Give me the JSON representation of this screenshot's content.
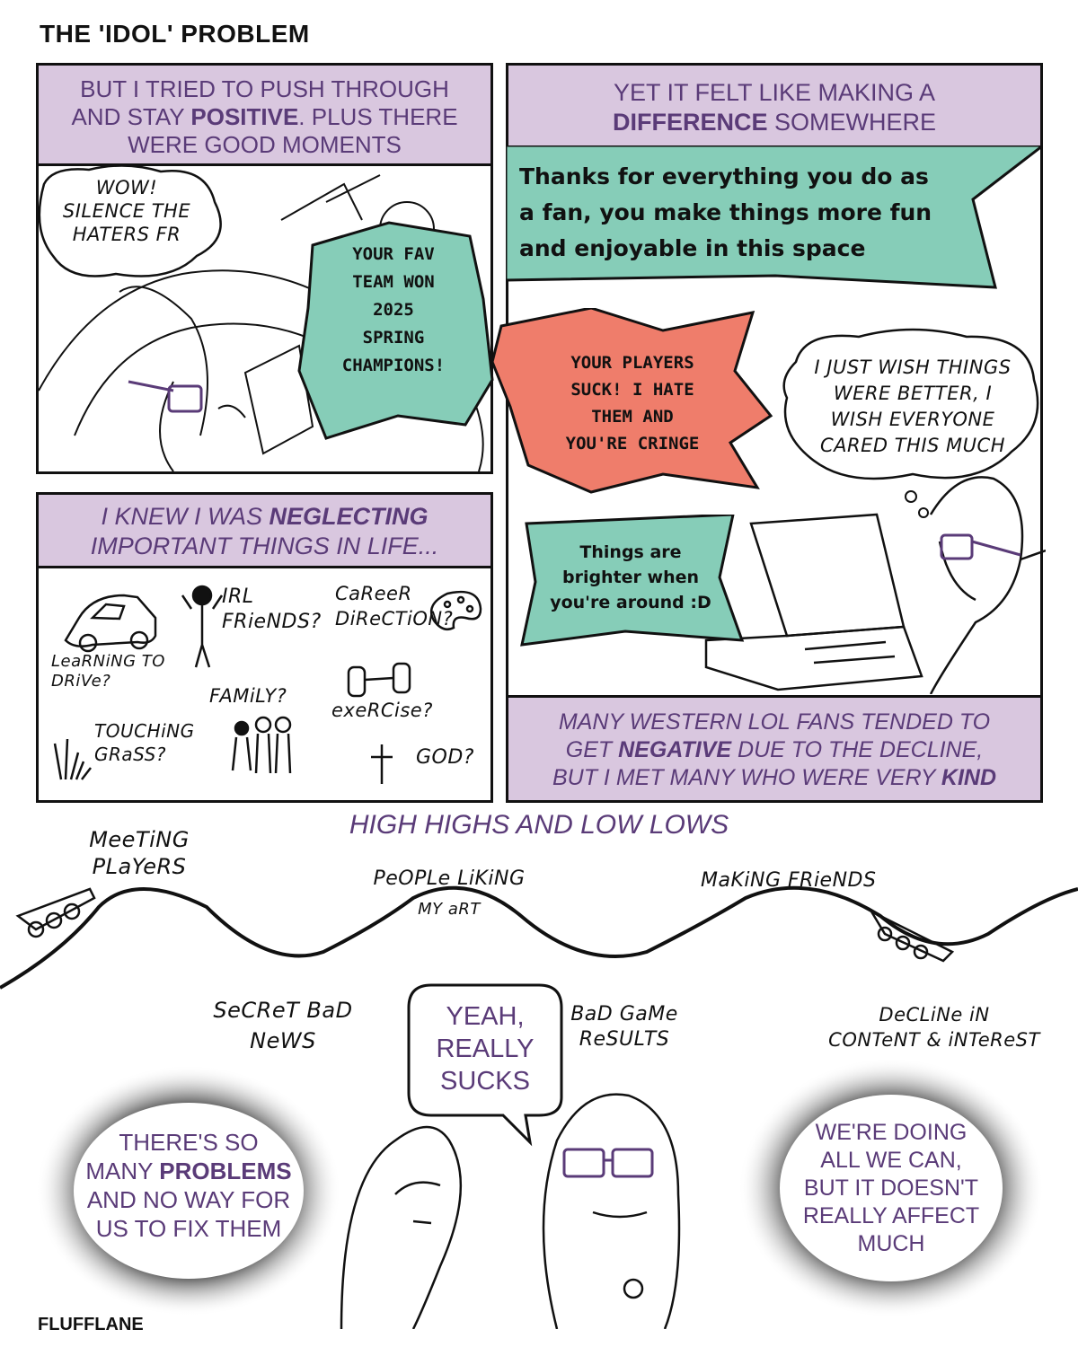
{
  "page": {
    "title": "THE 'IDOL' PROBLEM",
    "credit": "FLUFFLANE"
  },
  "panel1": {
    "caption": [
      "BUT I TRIED TO PUSH THROUGH",
      "AND STAY ",
      "POSITIVE",
      ". PLUS THERE",
      "WERE GOOD MOMENTS"
    ],
    "speech": [
      "WOW!",
      "SILENCE THE",
      "HATERS FR"
    ],
    "burst": [
      "YOUR FAV",
      "TEAM WON",
      "2025",
      "SPRING",
      "CHAMPIONS!"
    ]
  },
  "panel2": {
    "caption_line1": "YET IT FELT LIKE MAKING A",
    "caption_bold": "DIFFERENCE",
    "caption_rest": " SOMEWHERE",
    "green_banner": [
      "Thanks for everything you do as",
      "a fan, you make things more fun",
      "and enjoyable in this space"
    ],
    "red_burst": [
      "YOUR PLAYERS",
      "SUCK! I HATE",
      "THEM AND",
      "YOU'RE CRINGE"
    ],
    "thought": [
      "I JUST WISH THINGS",
      "WERE BETTER, I",
      "WISH EVERYONE",
      "CARED THIS MUCH"
    ],
    "green_small": [
      "Things are",
      "brighter when",
      "you're around :D"
    ],
    "bottom_caption": {
      "l1": "MANY WESTERN LOL FANS TENDED TO",
      "l2a": "GET ",
      "l2b": "NEGATIVE",
      "l2c": " DUE TO THE DECLINE,",
      "l3a": "BUT I MET MANY WHO WERE VERY ",
      "l3b": "KIND"
    }
  },
  "panel3": {
    "caption_a": "I KNEW I WAS ",
    "caption_b": "NEGLECTING",
    "caption_c": "IMPORTANT THINGS IN LIFE...",
    "items": {
      "car": "LeaRNiNG TO DRiVe?",
      "friends": "IRL FRieNDS?",
      "career": "CaReeR DiReCTiON?",
      "family": "FAMiLY?",
      "exercise": "exeRCise?",
      "grass": "TOUCHiNG GRaSS?",
      "god": "GOD?"
    }
  },
  "bottom": {
    "heading": "HIGH HIGHS AND LOW LOWS",
    "labels": {
      "meeting": [
        "MeeTiNG",
        "PLaYeRS"
      ],
      "people": [
        "PeOPLe LiKiNG",
        "MY aRT"
      ],
      "friends": "MaKiNG FRieNDS",
      "secret": [
        "SeCReT BaD",
        "NeWS"
      ],
      "game": [
        "BaD GaMe",
        "ReSULTS"
      ],
      "decline": [
        "DeCLiNe iN",
        "CONTeNT & iNTeReST"
      ]
    },
    "speech": [
      "YEAH,",
      "REALLY",
      "SUCKS"
    ],
    "left_burst_a": [
      "THERE'S SO",
      "MANY "
    ],
    "left_burst_bold": "PROBLEMS",
    "left_burst_b": [
      "AND NO WAY FOR",
      "US TO FIX THEM"
    ],
    "right_burst": [
      "WE'RE DOING",
      "ALL WE CAN,",
      "BUT IT DOESN'T",
      "REALLY AFFECT",
      "MUCH"
    ]
  },
  "colors": {
    "caption_bg": "#d9c7df",
    "purple_text": "#5a3b78",
    "green": "#86cdb8",
    "red": "#ef7d6b"
  }
}
